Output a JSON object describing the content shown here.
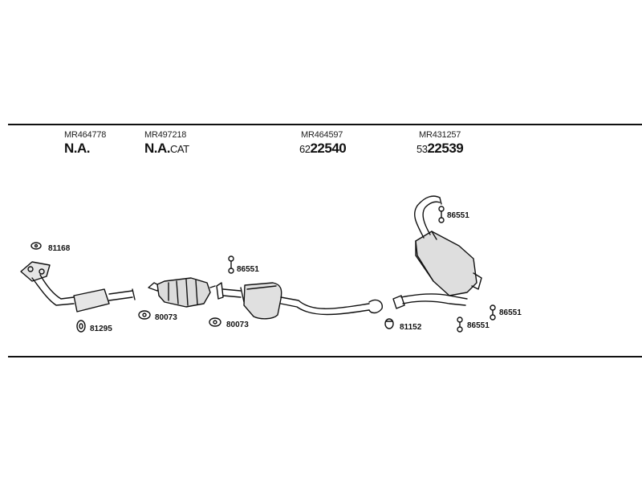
{
  "columns": [
    {
      "ref": "MR464778",
      "code": "N.A.",
      "suffix": ""
    },
    {
      "ref": "MR497218",
      "code": "N.A.",
      "suffix": "CAT"
    },
    {
      "ref": "MR464597",
      "prefix": "62",
      "code": "22540"
    },
    {
      "ref": "MR431257",
      "prefix": "53",
      "code": "22539"
    }
  ],
  "parts": {
    "p81168": "81168",
    "p81295": "81295",
    "p80073a": "80073",
    "p80073b": "80073",
    "p86551a": "86551",
    "p81152": "81152",
    "p86551b": "86551",
    "p86551c": "86551",
    "p86551d": "86551"
  },
  "colors": {
    "line": "#111111",
    "fill": "#d8d8d8"
  }
}
